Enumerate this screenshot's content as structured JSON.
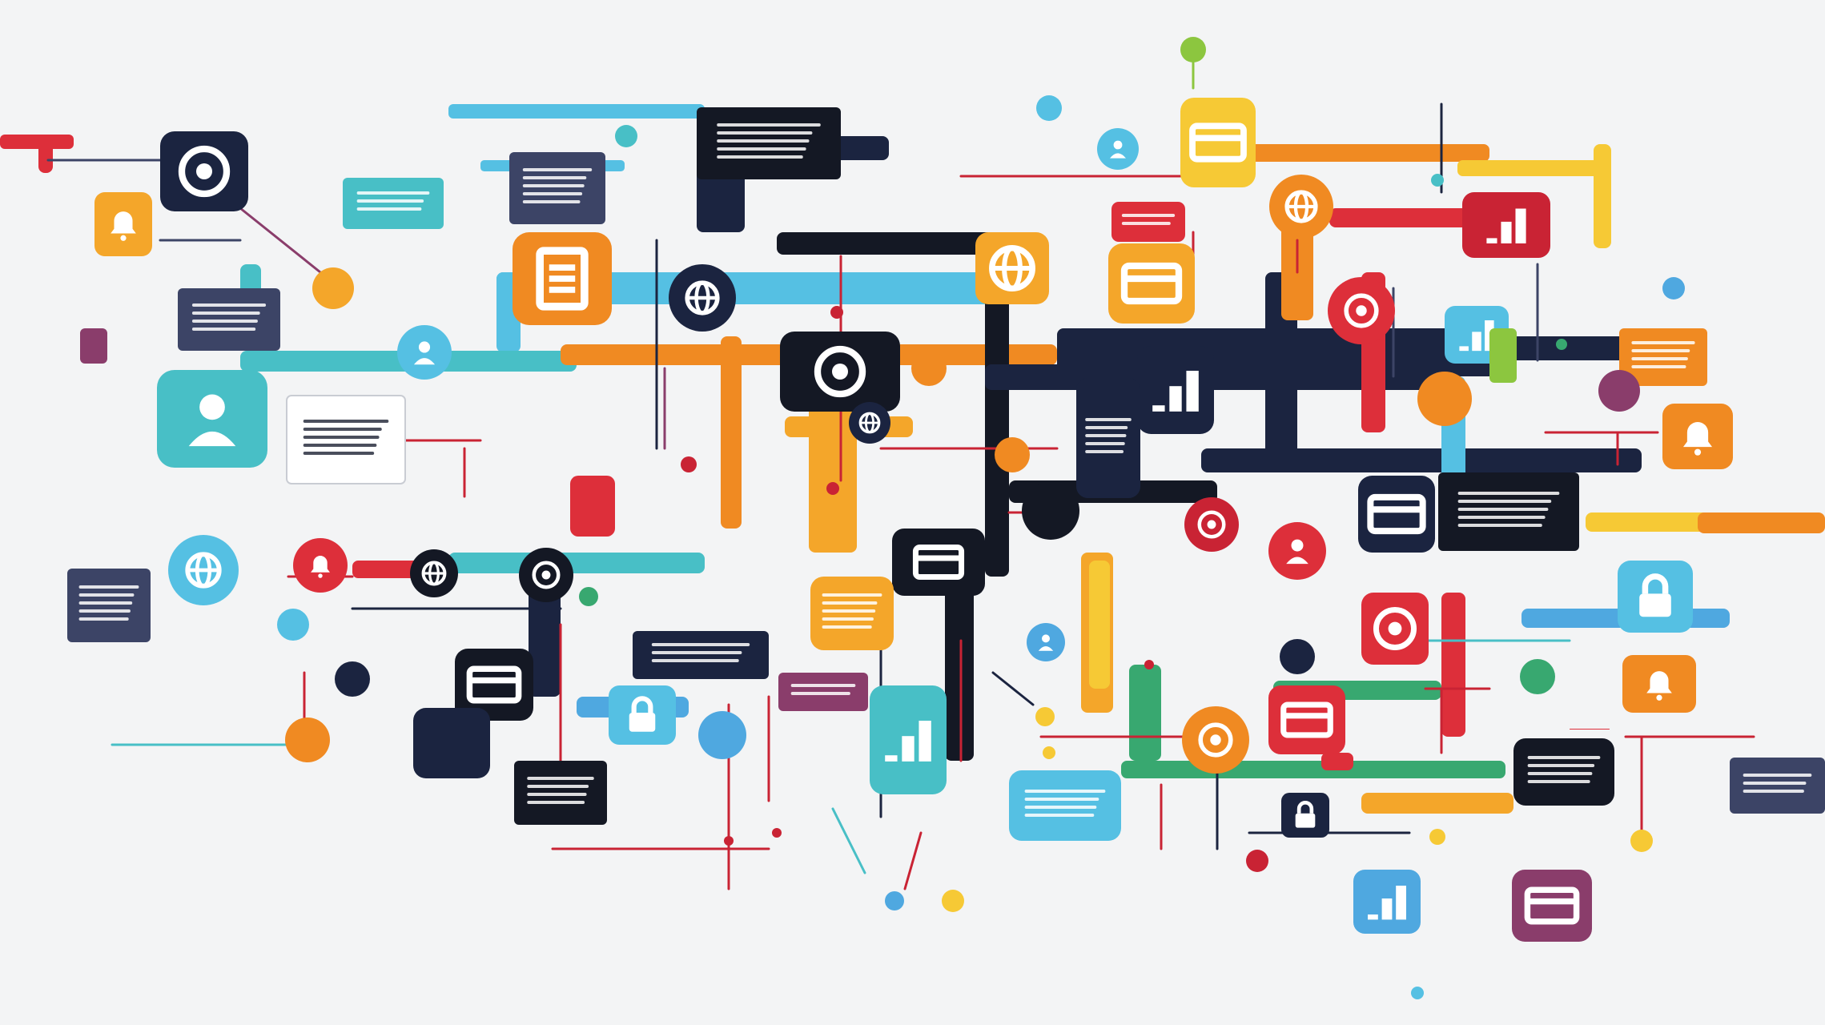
{
  "title": "",
  "palette": {
    "navy": "#1b2440",
    "slate": "#3c4466",
    "teal": "#48bfc6",
    "cyan": "#55c0e3",
    "sky": "#4fa8e0",
    "orange": "#f08a22",
    "amber": "#f4a62a",
    "yellow": "#f6c935",
    "red": "#dd2f3a",
    "crimson": "#c92334",
    "green": "#38a870",
    "lime": "#8cc63f",
    "purple": "#8a3d6b",
    "black": "#141824",
    "background": "#f3f4f5"
  },
  "legend": {
    "colors": [
      "navy",
      "teal",
      "cyan",
      "orange",
      "amber",
      "yellow",
      "red",
      "green",
      "purple"
    ]
  },
  "diagram": {
    "type": "network-map",
    "node_count": 46,
    "connector_count": 38,
    "icon_kinds": [
      "gear-icon",
      "chart-icon",
      "card-icon",
      "document-icon",
      "person-icon",
      "globe-icon",
      "lock-icon",
      "bell-icon"
    ]
  }
}
